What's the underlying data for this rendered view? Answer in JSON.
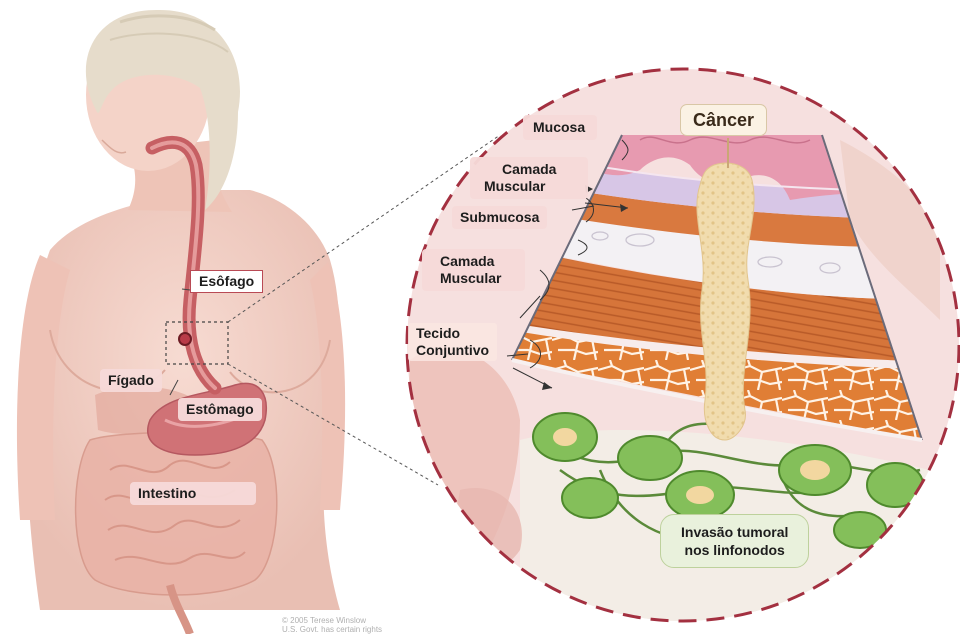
{
  "labels": {
    "esophagus": "Esôfago",
    "liver": "Fígado",
    "stomach": "Estômago",
    "intestine": "Intestino",
    "cancer": "Câncer",
    "mucosa": "Mucosa",
    "muscular_upper_line1": "Camada",
    "muscular_upper_line2": "Muscular",
    "submucosa": "Submucosa",
    "muscular_lower_line1": "Camada",
    "muscular_lower_line2": "Muscular",
    "connective_line1": "Tecido",
    "connective_line2": "Conjuntivo",
    "lymph_line1": "Invasão tumoral",
    "lymph_line2": "nos linfonodos"
  },
  "copyright": {
    "line1": "© 2005 Terese Winslow",
    "line2": "U.S. Govt. has certain rights"
  },
  "colors": {
    "skin": "#f2cfc4",
    "hair": "#e6dccb",
    "mucosa": "#e79ab0",
    "submucosa": "#f3f1f4",
    "muscle": "#d9783c",
    "fat": "#e07e35",
    "tumor": "#f1dcae",
    "lymph_node": "#7dbb55",
    "circle_dash": "#a33040"
  }
}
